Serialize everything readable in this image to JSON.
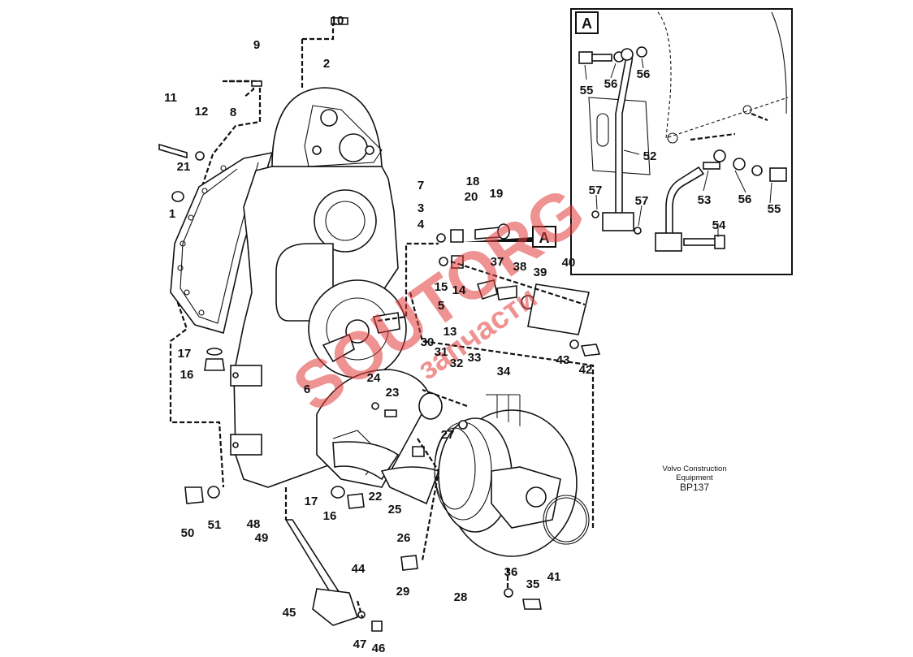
{
  "callouts": [
    "10",
    "9",
    "2",
    "11",
    "12",
    "8",
    "21",
    "1",
    "7",
    "3",
    "4",
    "18",
    "20",
    "19",
    "15",
    "14",
    "37",
    "38",
    "39",
    "40",
    "5",
    "13",
    "17",
    "16",
    "6",
    "24",
    "23",
    "30",
    "31",
    "32",
    "33",
    "34",
    "43",
    "42",
    "27",
    "22",
    "25",
    "17",
    "16",
    "26",
    "50",
    "51",
    "48",
    "49",
    "44",
    "29",
    "28",
    "36",
    "35",
    "41",
    "45",
    "47",
    "46",
    "55",
    "56",
    "56",
    "52",
    "57",
    "57",
    "53",
    "56",
    "55",
    "54"
  ],
  "detail_tag": "A",
  "caption": {
    "line1": "Volvo Construction",
    "line2": "Equipment",
    "id": "BP137"
  },
  "watermark": {
    "top": "SOUTORG",
    "bottom": "запчасти",
    "color": "#e23a3a"
  }
}
